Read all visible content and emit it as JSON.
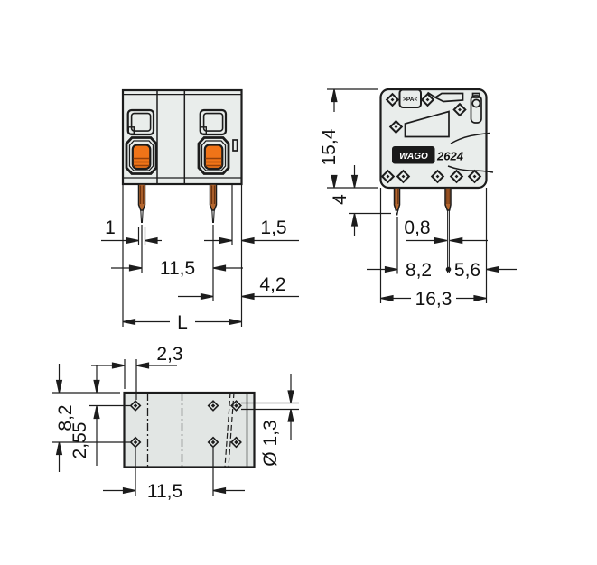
{
  "product": {
    "brand_logo": "WAGO",
    "series": "2624",
    "material_marking": ">PA<"
  },
  "front_view": {
    "dim_pin_width": "1",
    "dim_latch_to_edge": "1,5",
    "dim_pin_spacing": "11,5",
    "dim_pin_to_edge": "4,2",
    "dim_overall_length": "L"
  },
  "side_view": {
    "dim_height": "15,4",
    "dim_pin_length": "4",
    "dim_pin_thickness": "0,8",
    "dim_pin_row_spacing": "8,2",
    "dim_row_to_edge": "5,6",
    "dim_depth": "16,3"
  },
  "bottom_view": {
    "dim_edge_to_hole": "2,3",
    "dim_edge_to_row2": "8,2",
    "dim_edge_to_row1": "2,55",
    "dim_hole_diameter": "Ø 1,3",
    "dim_hole_spacing": "11,5"
  },
  "colors": {
    "line": "#1c1c1c",
    "body_fill": "#e9edeb",
    "bottom_view_fill": "#e2e6e4",
    "actuator_orange": "#f07418",
    "pin_copper": "#b5672f",
    "logo_background": "#1a1a1a",
    "logo_text": "#ffffff"
  }
}
